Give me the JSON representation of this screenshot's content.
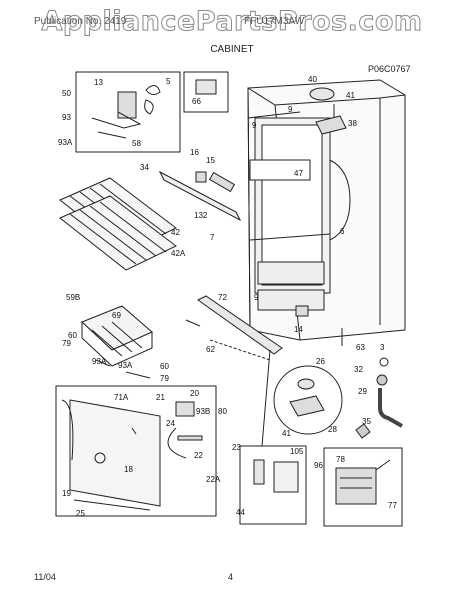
{
  "watermark": "AppliancePartsPros.com",
  "header": {
    "publication": "Publication No. 2419",
    "model": "FFU17M3AW"
  },
  "title": "CABINET",
  "diagram_ref": "P06C0767",
  "footer": {
    "date": "11/04",
    "page": "4"
  },
  "callouts": {
    "c40": "40",
    "c41": "41",
    "c38": "38",
    "c9a": "9",
    "c9b": "9",
    "c13": "13",
    "c5": "5",
    "c50": "50",
    "c93": "93",
    "c93a": "93A",
    "c58": "58",
    "c66": "66",
    "c34": "34",
    "c16": "16",
    "c15": "15",
    "c47": "47",
    "c132": "132",
    "c42": "42",
    "c42a": "42A",
    "c7": "7",
    "c6": "6",
    "c72": "72",
    "c9c": "9",
    "c14": "14",
    "c59b": "59B",
    "c69": "69",
    "c60a": "60",
    "c79a": "79",
    "c93a2": "93A",
    "c93a3": "93A",
    "c60b": "60",
    "c79b": "79",
    "c62": "62",
    "c63": "63",
    "c3": "3",
    "c26": "26",
    "c32": "32",
    "c29": "29",
    "c35": "35",
    "c71a": "71A",
    "c21": "21",
    "c20": "20",
    "c93b": "93B",
    "c80": "80",
    "c24": "24",
    "c22": "22",
    "c22a": "22A",
    "c18": "18",
    "c19": "19",
    "c25": "25",
    "c41b": "41",
    "c28": "28",
    "c23": "23",
    "c105": "105",
    "c96": "96",
    "c44": "44",
    "c78": "78",
    "c77": "77"
  }
}
